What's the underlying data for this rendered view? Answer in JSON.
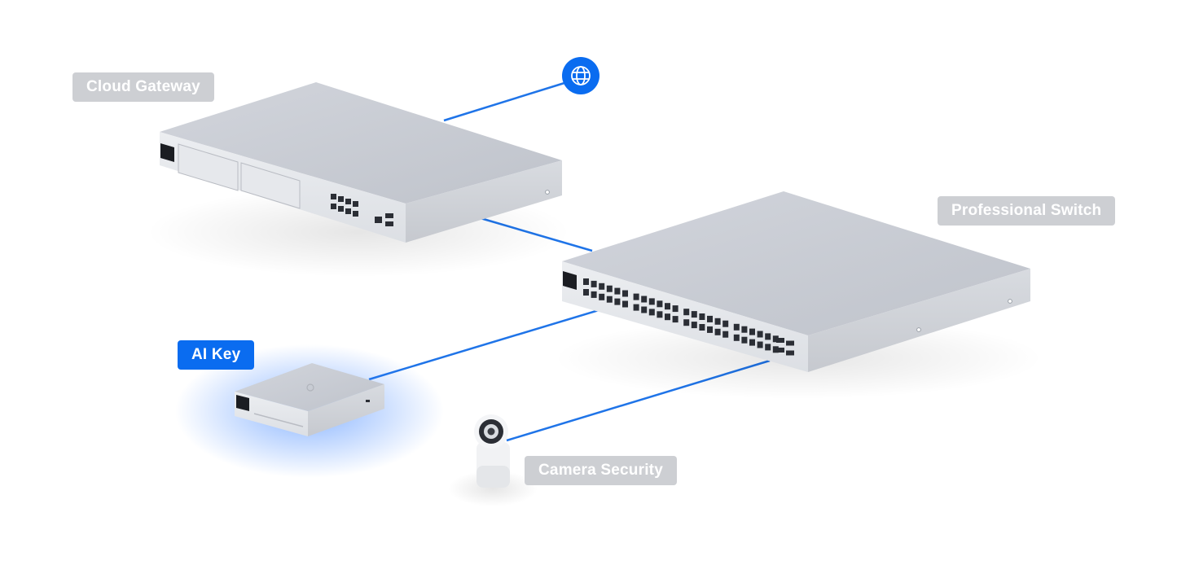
{
  "theme": {
    "accent": "#0a6cf0",
    "link_line": "#1f74e8",
    "label_muted": "#cdcfd3",
    "device_top": "#c9ccd4",
    "device_front": "#e3e5e9",
    "glow": "#2f7bff"
  },
  "diagram": {
    "nodes": [
      {
        "id": "internet",
        "label": "",
        "icon": "globe-icon"
      },
      {
        "id": "cloud_gateway",
        "label": "Cloud Gateway",
        "state": "default"
      },
      {
        "id": "professional_switch",
        "label": "Professional Switch",
        "state": "default"
      },
      {
        "id": "ai_key",
        "label": "AI Key",
        "state": "highlighted"
      },
      {
        "id": "camera_security",
        "label": "Camera Security",
        "state": "default"
      }
    ],
    "edges": [
      {
        "from": "cloud_gateway",
        "to": "internet"
      },
      {
        "from": "cloud_gateway",
        "to": "professional_switch"
      },
      {
        "from": "professional_switch",
        "to": "ai_key"
      },
      {
        "from": "professional_switch",
        "to": "camera_security"
      }
    ]
  },
  "labels": {
    "cloud_gateway": "Cloud Gateway",
    "professional_switch": "Professional Switch",
    "ai_key": "AI Key",
    "camera_security": "Camera Security"
  }
}
